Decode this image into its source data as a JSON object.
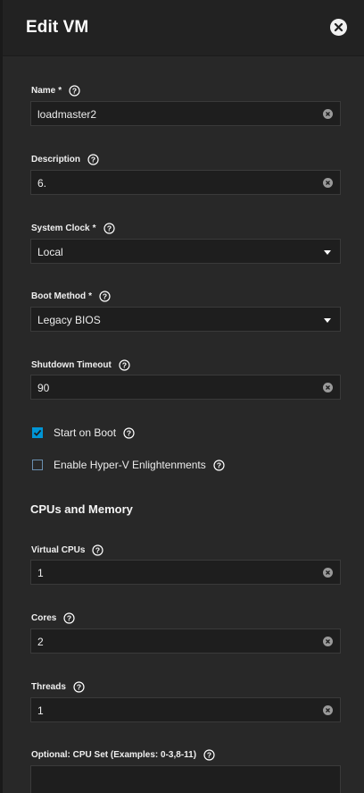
{
  "header": {
    "title": "Edit VM"
  },
  "fields": {
    "name": {
      "label": "Name",
      "required": "*",
      "value": "loadmaster2"
    },
    "description": {
      "label": "Description",
      "value": "6."
    },
    "system_clock": {
      "label": "System Clock",
      "required": "*",
      "value": "Local"
    },
    "boot_method": {
      "label": "Boot Method",
      "required": "*",
      "value": "Legacy BIOS"
    },
    "shutdown_timeout": {
      "label": "Shutdown Timeout",
      "value": "90"
    },
    "start_on_boot": {
      "label": "Start on Boot",
      "checked": true
    },
    "hyperv": {
      "label": "Enable Hyper-V Enlightenments",
      "checked": false
    }
  },
  "cpu_section": {
    "title": "CPUs and Memory",
    "virtual_cpus": {
      "label": "Virtual CPUs",
      "value": "1"
    },
    "cores": {
      "label": "Cores",
      "value": "2"
    },
    "threads": {
      "label": "Threads",
      "value": "1"
    },
    "cpu_set": {
      "label": "Optional: CPU Set (Examples: 0-3,8-11)",
      "value": ""
    }
  },
  "icons": {
    "close": "close-icon",
    "help": "help-icon",
    "clear": "clear-icon",
    "dropdown": "caret-down-icon",
    "check": "checkmark-icon"
  },
  "colors": {
    "accent": "#0095d5",
    "background": "#282828",
    "input_bg": "#1e1e1e"
  }
}
